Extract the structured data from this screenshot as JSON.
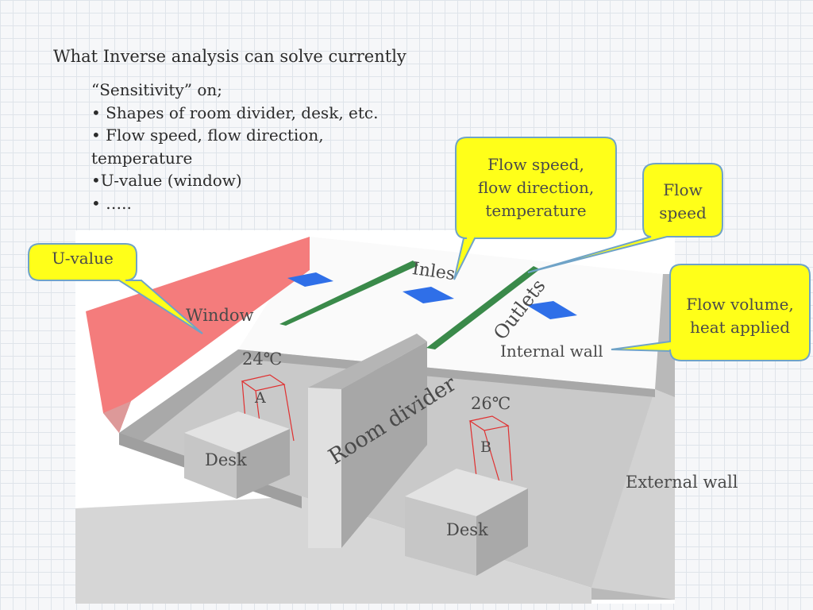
{
  "slide": {
    "title": "What Inverse analysis can solve currently",
    "bullets": [
      "“Sensitivity” on;",
      "• Shapes of room divider, desk, etc.",
      "• Flow speed, flow direction,",
      "temperature",
      "•U-value (window)",
      "• ….."
    ]
  },
  "diagram": {
    "labels": {
      "window": "Window",
      "inlets_1": "Inl",
      "inlets_2": "e",
      "inlets_3": "s",
      "outlets": "Outlets",
      "internal_wall": "Internal wall",
      "room_divider": "Room divider",
      "temp_a": "24℃",
      "temp_b": "26℃",
      "zone_a": "A",
      "zone_b": "B",
      "desk_left": "Desk",
      "desk_right": "Desk",
      "external_wall": "External wall"
    },
    "callouts": {
      "u_value": "U-value",
      "flow_speed_direction": [
        "Flow speed,",
        "flow direction,",
        "temperature"
      ],
      "flow_speed": [
        "Flow",
        "speed"
      ],
      "flow_volume": [
        "Flow volume,",
        "heat applied"
      ]
    },
    "colors": {
      "window": "#f47c7c",
      "inlet": "#2f6fe8",
      "outlet_strip": "#3a8a4a",
      "callout_fill": "#ffff19",
      "callout_stroke": "#6fa3c7",
      "floor": "#c8c8c8",
      "wall": "#d8d8d8"
    }
  }
}
